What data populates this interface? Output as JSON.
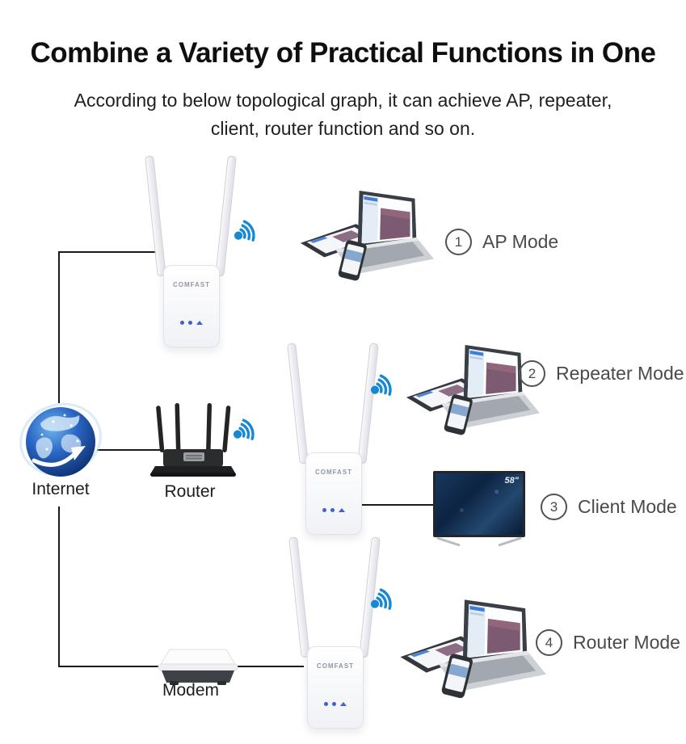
{
  "header": {
    "title": "Combine a Variety of Practical Functions in One",
    "subtitle_line1": "According to below topological graph, it can achieve AP, repeater,",
    "subtitle_line2": "client, router function and so on."
  },
  "diagram": {
    "internet_label": "Internet",
    "router_label": "Router",
    "modem_label": "Modem",
    "repeater_brand": "COMFAST",
    "tv_size_label": "58\"",
    "modes": [
      {
        "number": "1",
        "label": "AP Mode"
      },
      {
        "number": "2",
        "label": "Repeater Mode"
      },
      {
        "number": "3",
        "label": "Client Mode"
      },
      {
        "number": "4",
        "label": "Router Mode"
      }
    ]
  },
  "colors": {
    "wifi_blue": "#1789d4",
    "led_blue": "#3c63d2",
    "line_black": "#1a1a1a",
    "mode_text_gray": "#4a4a4a",
    "globe_blue": "#2a66c4",
    "tv_screen_navy": "#0d2342"
  }
}
